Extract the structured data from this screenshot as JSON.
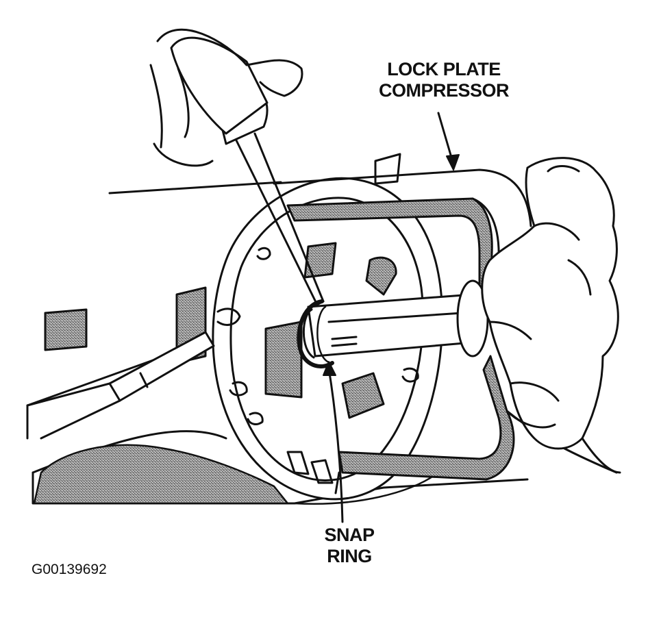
{
  "labels": {
    "lock_plate_compressor_line1": "LOCK PLATE",
    "lock_plate_compressor_line2": "COMPRESSOR",
    "snap_ring_line1": "SNAP",
    "snap_ring_line2": "RING"
  },
  "figure_id": "G00139692",
  "colors": {
    "ink": "#111111",
    "paper": "#ffffff",
    "shade": "#8a8a8a"
  }
}
